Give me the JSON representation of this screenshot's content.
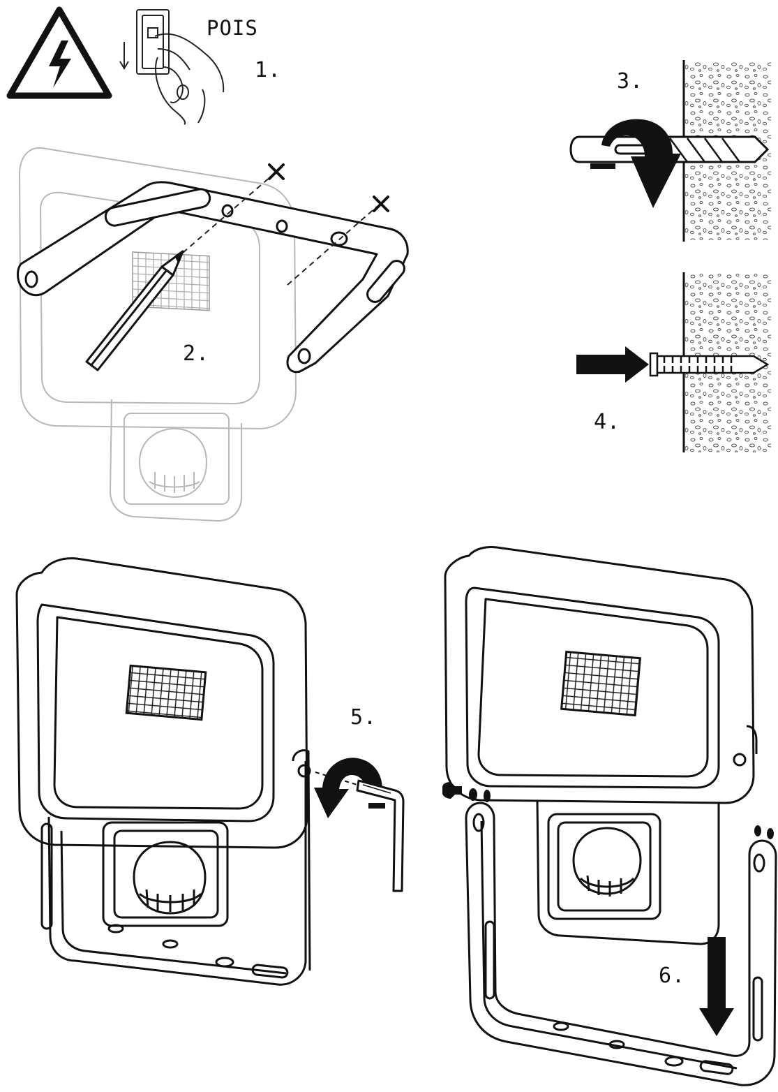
{
  "labels": {
    "pois": "POIS",
    "step1": "1.",
    "step2": "2.",
    "step3": "3.",
    "step4": "4.",
    "step5": "5.",
    "step6": "6."
  },
  "colors": {
    "ink": "#111111",
    "faded": "#b8b8b8",
    "background": "#ffffff"
  },
  "icons": [
    "high-voltage-warning-icon",
    "light-switch-hand-icon",
    "pencil-icon",
    "drill-bit-icon",
    "rotate-arrow-icon",
    "push-arrow-icon",
    "wall-plug-icon",
    "allen-key-icon",
    "down-arrow-icon"
  ]
}
